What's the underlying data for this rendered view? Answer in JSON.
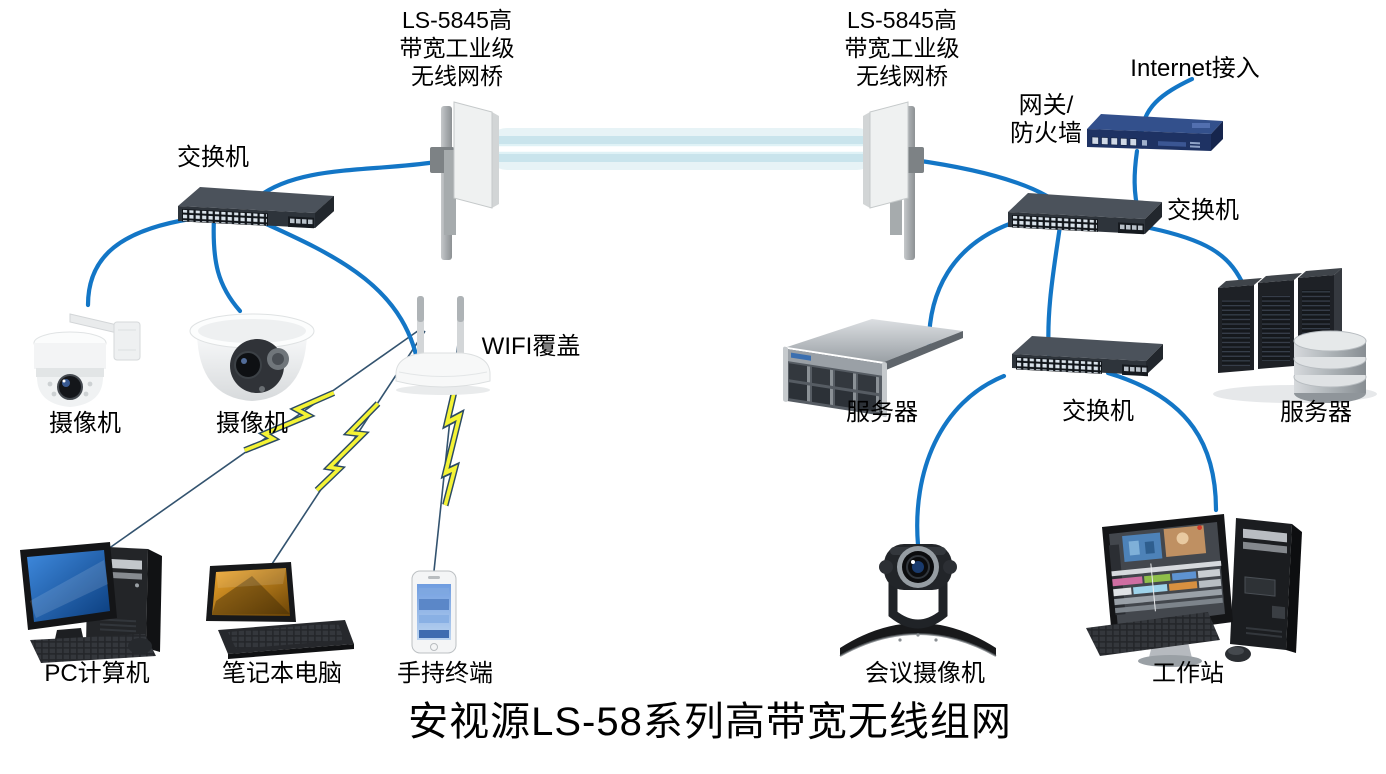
{
  "diagram": {
    "title": "安视源LS-58系列高带宽无线组网",
    "bridge_left": {
      "lines": [
        "LS-5845高",
        "带宽工业级",
        "无线网桥"
      ]
    },
    "bridge_right": {
      "lines": [
        "LS-5845高",
        "带宽工业级",
        "无线网桥"
      ]
    },
    "labels": {
      "internet": "Internet接入",
      "gateway": {
        "line1": "网关/",
        "line2": "防火墙"
      },
      "switch_left": "交换机",
      "switch_right_top": "交换机",
      "switch_right_mid": "交换机",
      "camera_ptz": "摄像机",
      "camera_dome": "摄像机",
      "wifi_coverage": "WIFI覆盖",
      "pc": "PC计算机",
      "laptop": "笔记本电脑",
      "handheld": "手持终端",
      "server_2u": "服务器",
      "server_rack": "服务器",
      "conference_camera": "会议摄像机",
      "workstation": "工作站"
    },
    "colors": {
      "cable_blue": "#1376c6",
      "beam_blue": "#bfdfe8",
      "lightning_yellow": "#f4f335"
    }
  }
}
